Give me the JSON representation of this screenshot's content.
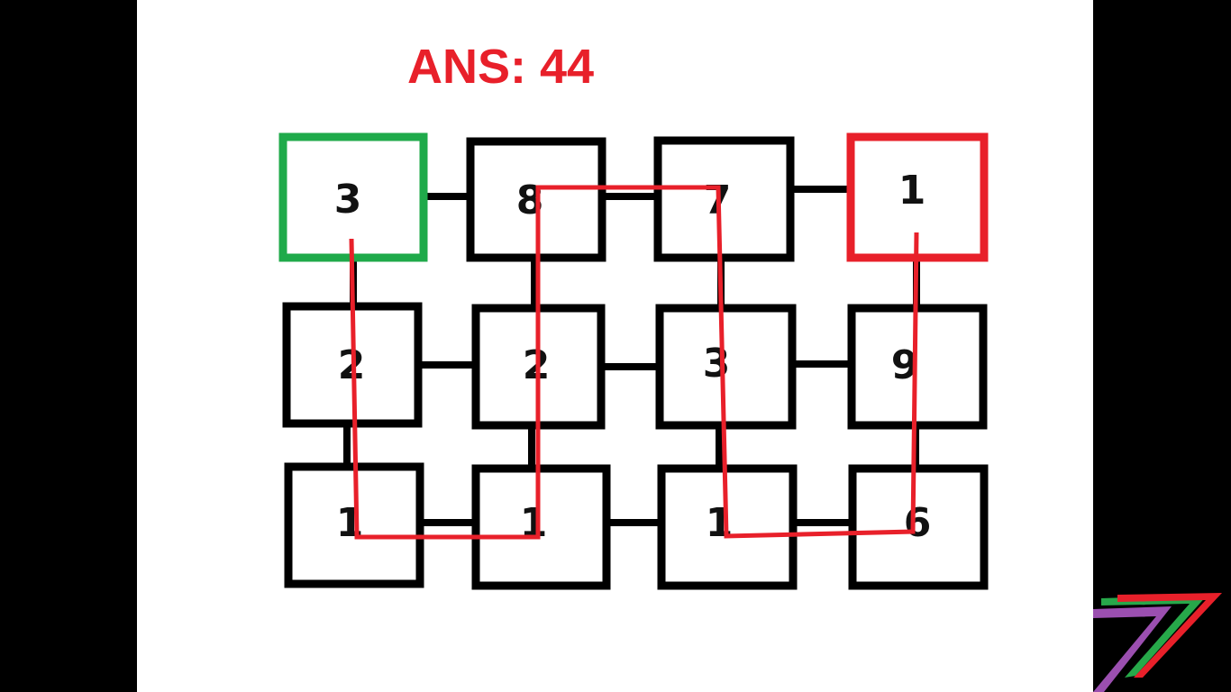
{
  "answer_label": "ANS: 44",
  "colors": {
    "answer": "#e8202a",
    "path": "#e8202a",
    "start_border": "#1faa4a",
    "end_border": "#e8202a",
    "cell_border": "#000000",
    "logo_green": "#27a84a",
    "logo_red": "#e8202a",
    "logo_purple": "#9b4fb0"
  },
  "grid": {
    "rows": [
      [
        "3",
        "8",
        "7",
        "1"
      ],
      [
        "2",
        "2",
        "3",
        "9"
      ],
      [
        "1",
        "1",
        "1",
        "6"
      ]
    ],
    "start_cell": [
      0,
      0
    ],
    "end_cell": [
      0,
      3
    ]
  },
  "logo": {
    "icon": "seven-logo-icon"
  }
}
